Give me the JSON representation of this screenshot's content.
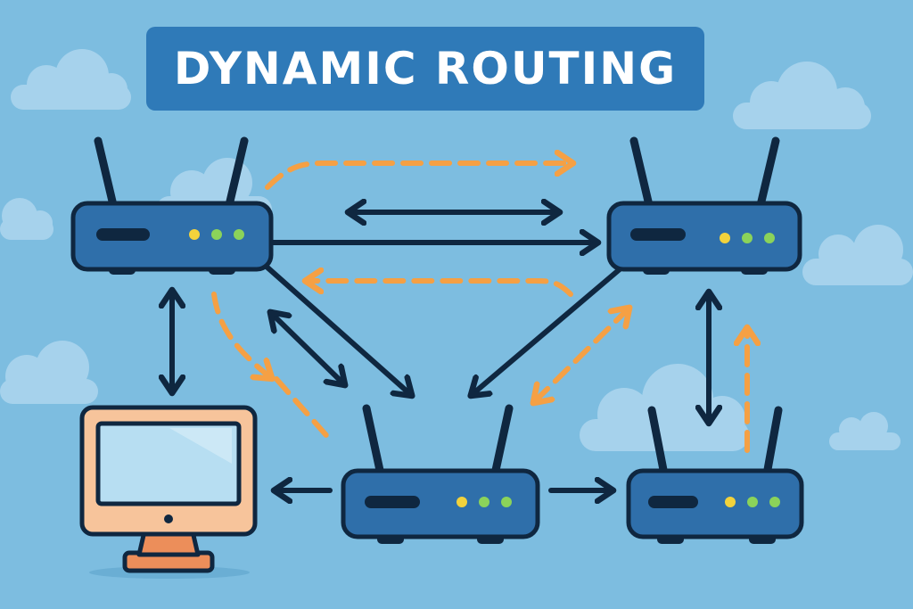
{
  "title": "DYNAMIC ROUTING",
  "colors": {
    "background": "#7dbde0",
    "cloud": "#a6d2ec",
    "banner": "#2f7ab8",
    "router_body": "#2f6faa",
    "outline": "#0f2740",
    "active_link": "#0f2740",
    "update_link": "#f5a044",
    "led_yellow": "#f2d23c",
    "led_green": "#8bd35a",
    "monitor_body": "#f7c49b",
    "monitor_screen": "#b7def2",
    "monitor_stand": "#ec8e5a"
  },
  "nodes": [
    {
      "id": "router-top-left",
      "type": "router"
    },
    {
      "id": "router-top-right",
      "type": "router"
    },
    {
      "id": "router-bottom-center",
      "type": "router"
    },
    {
      "id": "router-bottom-right",
      "type": "router"
    },
    {
      "id": "computer",
      "type": "monitor"
    }
  ],
  "links": [
    {
      "style": "solid",
      "from": "router-top-left",
      "to": "router-top-right",
      "direction": "both"
    },
    {
      "style": "solid",
      "from": "router-top-left",
      "to": "router-top-right",
      "direction": "forward"
    },
    {
      "style": "solid",
      "from": "router-top-left",
      "to": "router-bottom-center",
      "direction": "both"
    },
    {
      "style": "solid",
      "from": "router-top-left",
      "to": "router-bottom-center",
      "direction": "forward"
    },
    {
      "style": "solid",
      "from": "router-top-right",
      "to": "router-bottom-center",
      "direction": "forward"
    },
    {
      "style": "solid",
      "from": "router-top-left",
      "to": "computer",
      "direction": "both"
    },
    {
      "style": "solid",
      "from": "router-top-right",
      "to": "router-bottom-right",
      "direction": "both"
    },
    {
      "style": "solid",
      "from": "router-bottom-center",
      "to": "computer",
      "direction": "forward"
    },
    {
      "style": "solid",
      "from": "router-bottom-center",
      "to": "router-bottom-right",
      "direction": "forward"
    },
    {
      "style": "dashed",
      "from": "router-top-left",
      "to": "router-top-right",
      "direction": "forward"
    },
    {
      "style": "dashed",
      "from": "router-top-right",
      "to": "router-top-left",
      "direction": "forward"
    },
    {
      "style": "dashed",
      "from": "router-top-left",
      "to": "router-bottom-center",
      "direction": "forward"
    },
    {
      "style": "dashed",
      "from": "router-top-right",
      "to": "router-bottom-center",
      "direction": "both"
    },
    {
      "style": "dashed",
      "from": "router-bottom-right",
      "to": "router-top-right",
      "direction": "forward"
    }
  ]
}
